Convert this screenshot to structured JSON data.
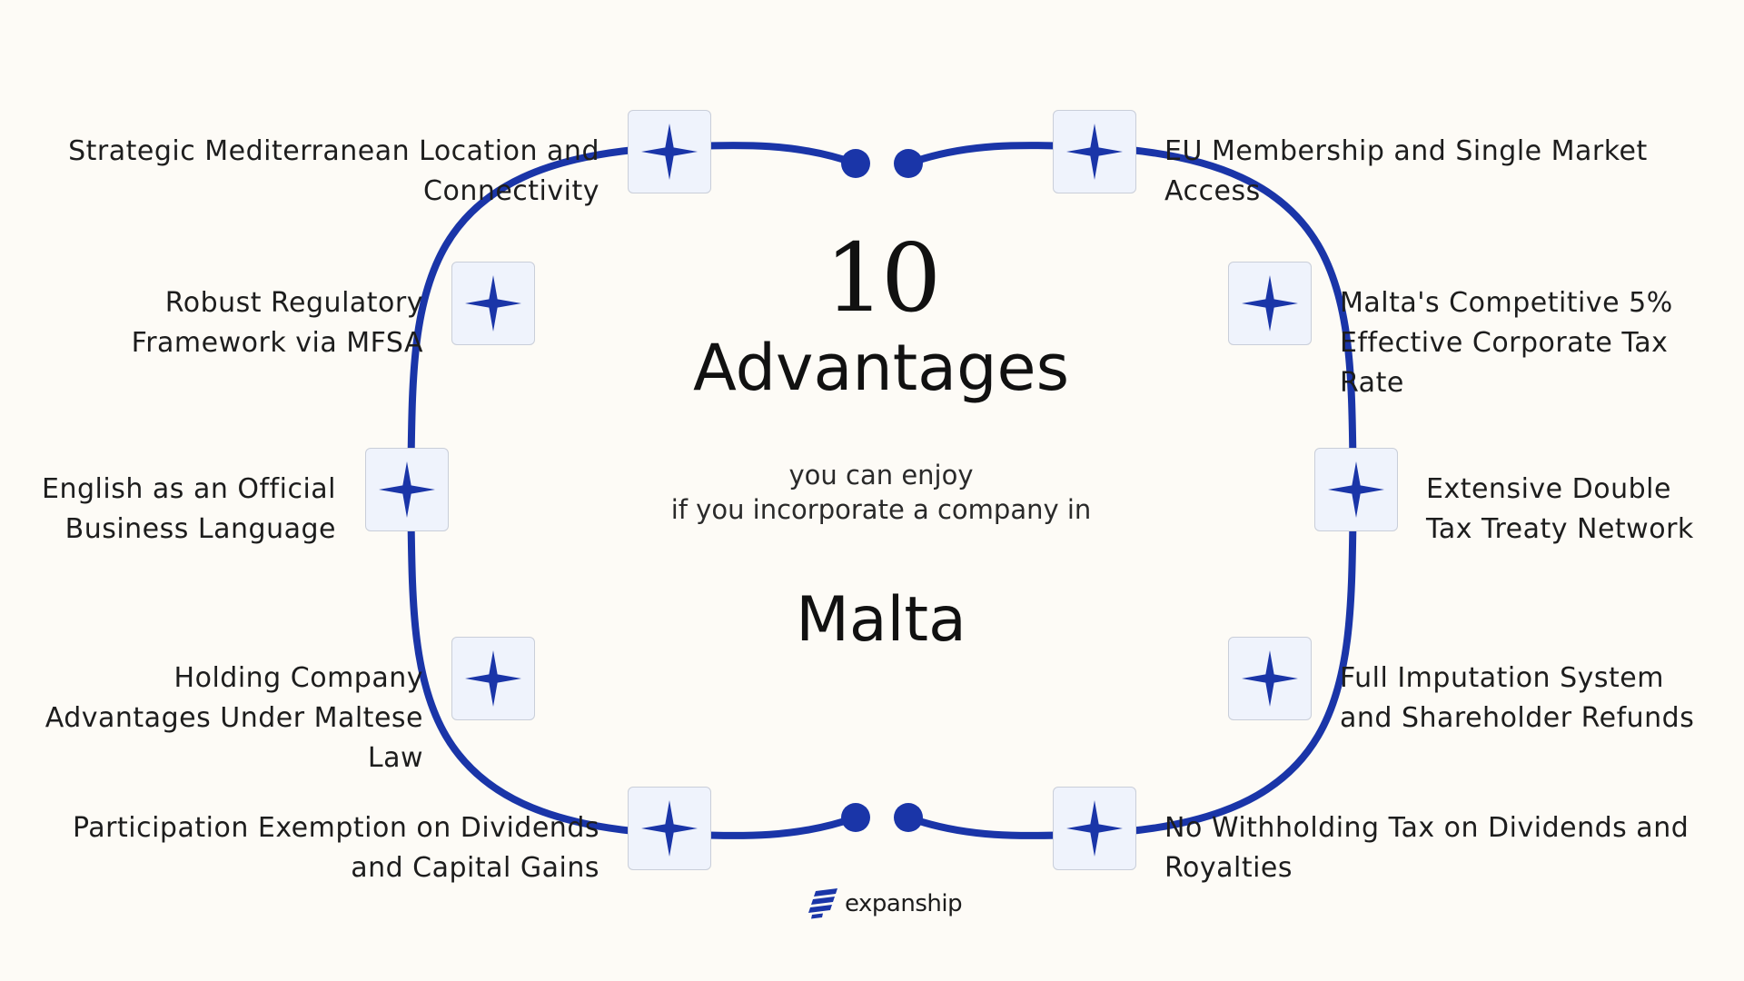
{
  "colors": {
    "background": "#fdfbf6",
    "ring": "#1a35a8",
    "star": "#1a35a8",
    "node_fill": "#eff3fc",
    "node_border": "#c9ced9",
    "text": "#1d1d1d"
  },
  "center": {
    "number": "10",
    "word": "Advantages",
    "line1": "you can enjoy",
    "line2": "if you incorporate a company in",
    "country": "Malta"
  },
  "advantages": [
    {
      "side": "left",
      "text": "Strategic Mediterranean Location and Connectivity"
    },
    {
      "side": "left",
      "text": "Robust Regulatory Framework via MFSA"
    },
    {
      "side": "left",
      "text": "English as an Official Business Language"
    },
    {
      "side": "left",
      "text": "Holding Company Advantages Under Maltese Law"
    },
    {
      "side": "left",
      "text": "Participation Exemption on Dividends and Capital Gains"
    },
    {
      "side": "right",
      "text": "EU Membership and Single Market Access"
    },
    {
      "side": "right",
      "text": "Malta's Competitive 5% Effective Corporate Tax Rate"
    },
    {
      "side": "right",
      "text": "Extensive Double Tax Treaty Network"
    },
    {
      "side": "right",
      "text": "Full Imputation System and Shareholder Refunds"
    },
    {
      "side": "right",
      "text": "No Withholding Tax on Dividends and Royalties"
    }
  ],
  "icons": {
    "node": "four-point-star-icon",
    "brand": "expanship-logo-icon"
  },
  "brand": {
    "name": "expanship"
  }
}
